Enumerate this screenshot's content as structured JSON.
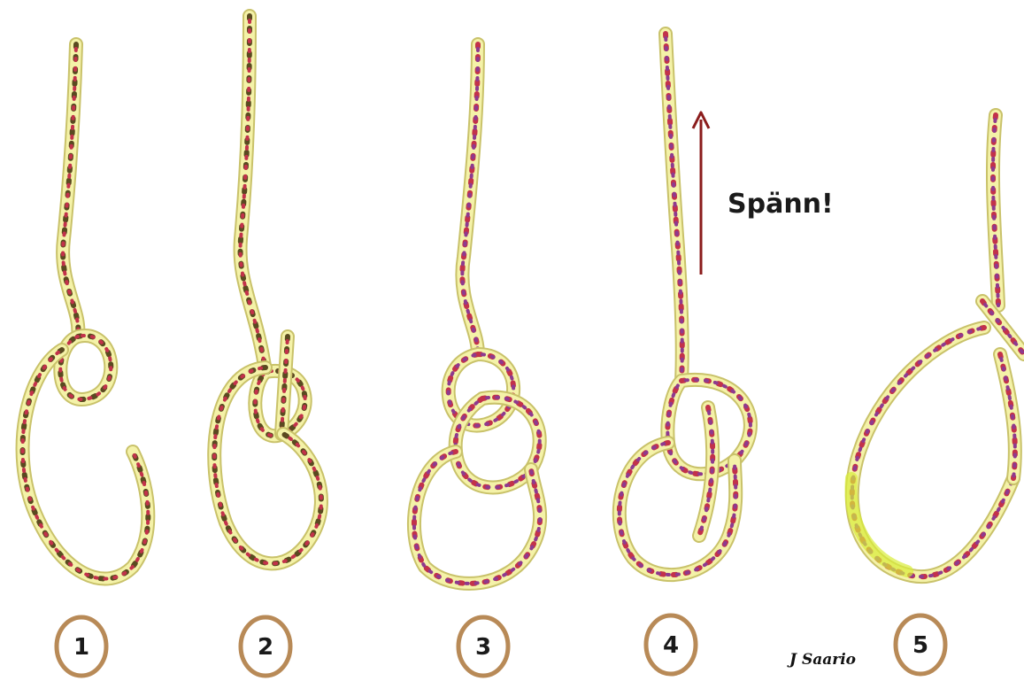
{
  "colors": {
    "rope_base": "#f4f2a8",
    "rope_edge": "#c9c26a",
    "fleck_red": "#c2324a",
    "fleck_purple": "#8e3a8e",
    "fleck_dark": "#5a4a20",
    "highlight_green": "#d8ec3a",
    "arrow": "#8b1c1c",
    "badge_ring": "#b88a57"
  },
  "steps": [
    {
      "number": "1"
    },
    {
      "number": "2"
    },
    {
      "number": "3"
    },
    {
      "number": "4"
    },
    {
      "number": "5"
    }
  ],
  "annotation": {
    "text": "Spänn!",
    "arrow_icon": "up-arrow-icon"
  },
  "signature": "J Saario"
}
